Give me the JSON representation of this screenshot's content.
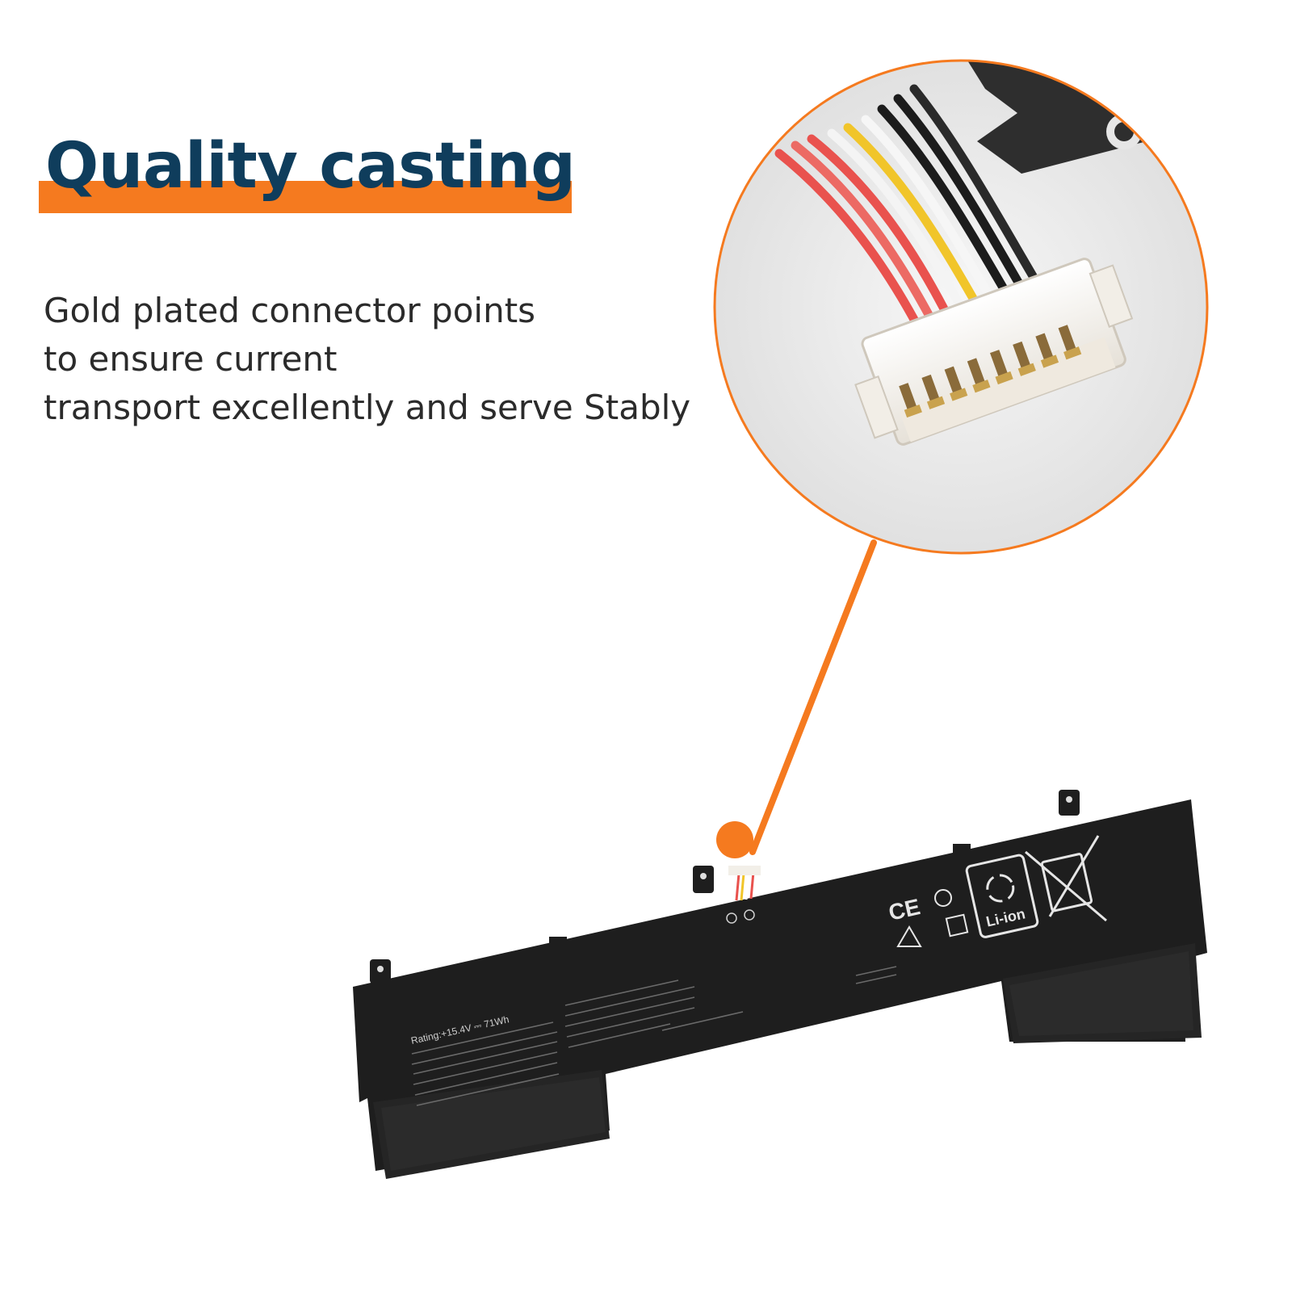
{
  "headline": "Quality casting",
  "body_lines": [
    "Gold plated connector points",
    "to ensure current",
    "transport excellently and serve Stably"
  ],
  "battery_label": {
    "rating": "Rating:+15.4V ⎓ 71Wh",
    "cert_text": "Li-ion",
    "ce_mark": "CE"
  },
  "colors": {
    "accent": "#f57a1f",
    "headline": "#0f3d5c",
    "body_text": "#2b2b2b",
    "battery": "#1e1e1e"
  },
  "icons": [
    "ce-mark-icon",
    "recycle-li-ion-icon",
    "crossed-bin-icon",
    "warning-icon",
    "callout-dot-icon"
  ]
}
